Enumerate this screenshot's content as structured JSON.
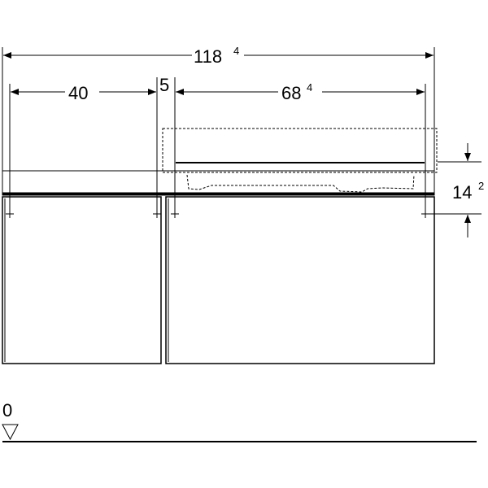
{
  "dimensions": {
    "total_width": {
      "main": "118",
      "sup": "4"
    },
    "left_cabinet": {
      "main": "40",
      "sup": ""
    },
    "gap": {
      "main": "5",
      "sup": ""
    },
    "right_cabinet": {
      "main": "68",
      "sup": "4"
    },
    "height_offset": {
      "main": "14",
      "sup": "2"
    }
  },
  "floor_level": "0",
  "colors": {
    "line": "#000000",
    "background": "#ffffff"
  }
}
